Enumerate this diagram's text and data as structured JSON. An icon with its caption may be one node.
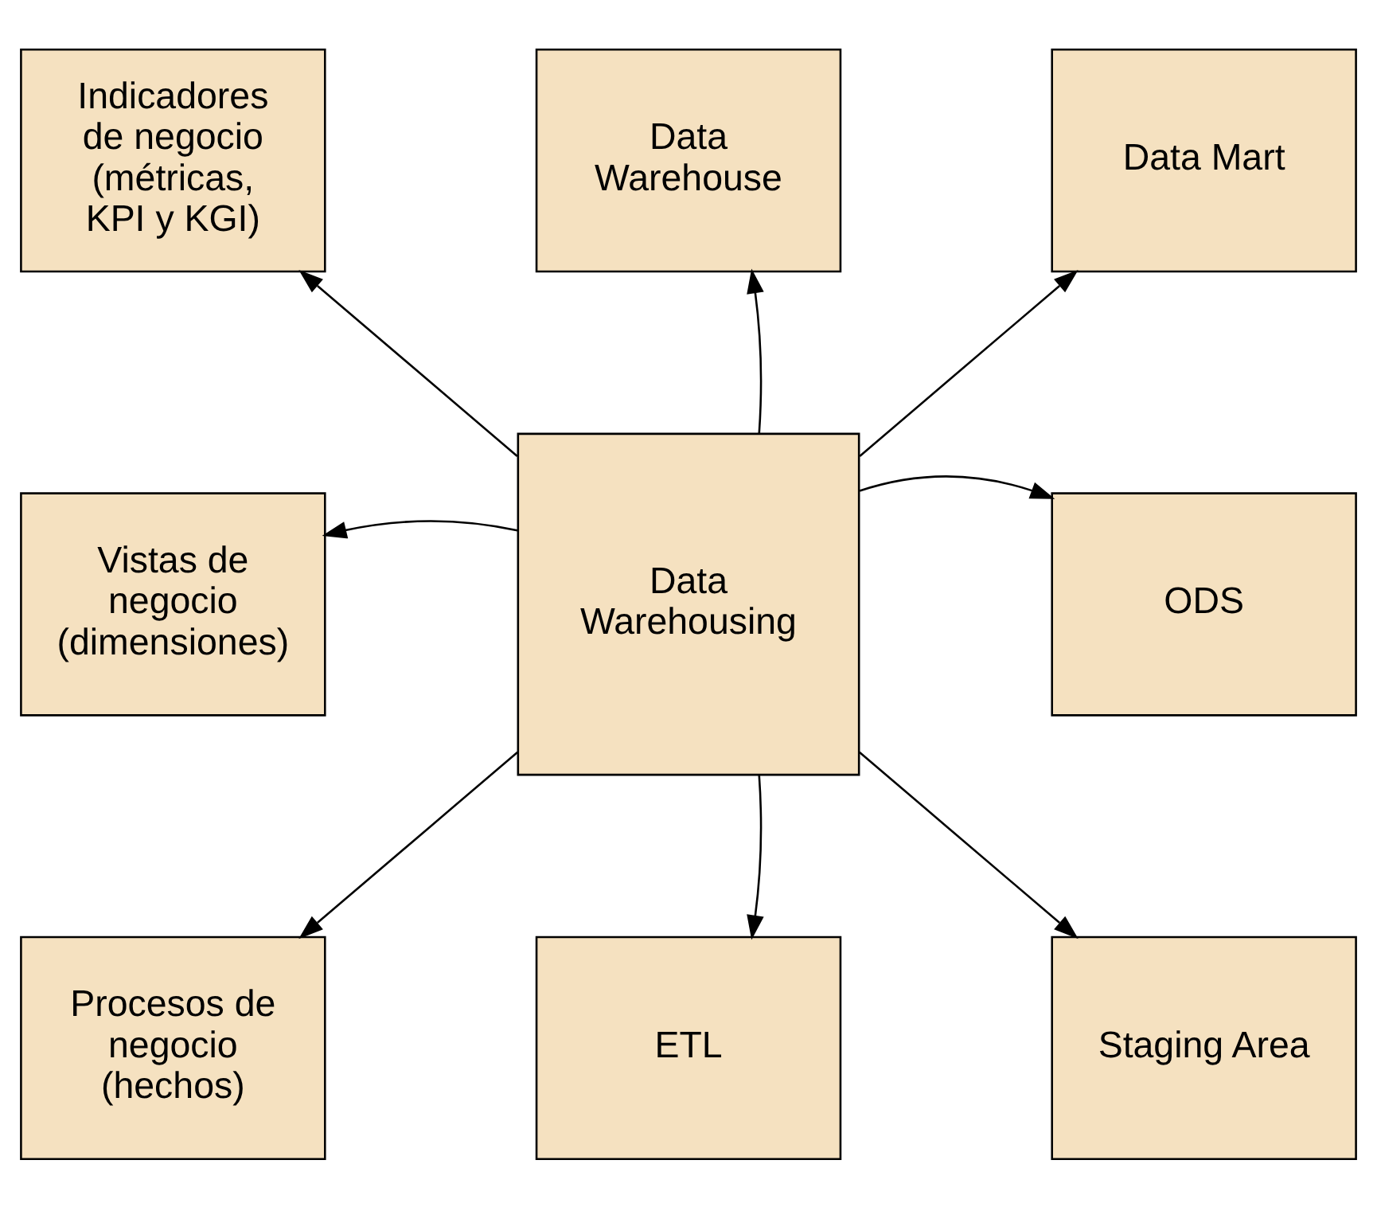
{
  "diagram": {
    "nodes": [
      {
        "text": [
          "Indicadores de negocio (métricas, KPI y KGI)"
        ]
      },
      {
        "text": [
          "Data Warehouse"
        ]
      },
      {
        "text": [
          "Data Mart"
        ]
      },
      {
        "text": [
          "Vistas de negocio (dimensiones)"
        ]
      },
      {
        "text": [
          "Data Warehousing"
        ]
      },
      {
        "text": [
          "ODS"
        ]
      },
      {
        "text": [
          "Procesos de negocio (hechos)"
        ]
      },
      {
        "text": [
          "ETL"
        ]
      },
      {
        "text": [
          "Staging Area"
        ]
      }
    ],
    "edges": [
      {
        "from": 4,
        "to": 0,
        "arrow": "to"
      },
      {
        "from": 4,
        "to": 1,
        "arrow": "to"
      },
      {
        "from": 4,
        "to": 2,
        "arrow": "to"
      },
      {
        "from": 4,
        "to": 3,
        "arrow": "to"
      },
      {
        "from": 4,
        "to": 5,
        "arrow": "to"
      },
      {
        "from": 4,
        "to": 6,
        "arrow": "to"
      },
      {
        "from": 4,
        "to": 7,
        "arrow": "to"
      },
      {
        "from": 4,
        "to": 8,
        "arrow": "to"
      }
    ]
  }
}
